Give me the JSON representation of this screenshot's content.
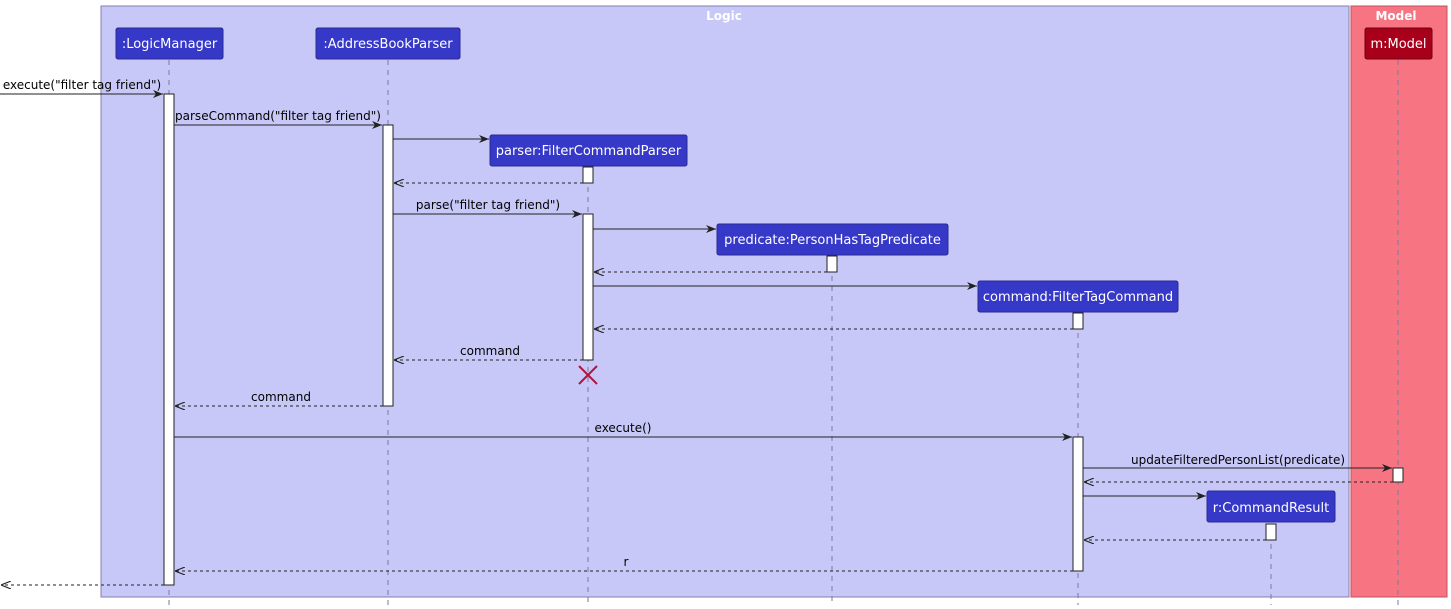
{
  "colors": {
    "logic_background": "#c8c8f8",
    "model_background": "#f77583",
    "logic_participant": "#3638c8",
    "model_participant": "#a8001b",
    "destroy_mark": "#b0143c"
  },
  "groups": [
    {
      "id": "logic",
      "title": "Logic"
    },
    {
      "id": "model",
      "title": "Model"
    }
  ],
  "participants": [
    {
      "id": "lm",
      "label": ":LogicManager",
      "group": "logic"
    },
    {
      "id": "abp",
      "label": ":AddressBookParser",
      "group": "logic"
    },
    {
      "id": "fcp",
      "label": "parser:FilterCommandParser",
      "group": "logic"
    },
    {
      "id": "pred",
      "label": "predicate:PersonHasTagPredicate",
      "group": "logic"
    },
    {
      "id": "cmd",
      "label": "command:FilterTagCommand",
      "group": "logic"
    },
    {
      "id": "cr",
      "label": "r:CommandResult",
      "group": "logic"
    },
    {
      "id": "model",
      "label": "m:Model",
      "group": "model"
    }
  ],
  "messages": [
    {
      "from": "external",
      "to": "lm",
      "label": "execute(\"filter tag friend\")",
      "type": "sync"
    },
    {
      "from": "lm",
      "to": "abp",
      "label": "parseCommand(\"filter tag friend\")",
      "type": "sync"
    },
    {
      "from": "abp",
      "to": "fcp",
      "label": "",
      "type": "create"
    },
    {
      "from": "fcp",
      "to": "abp",
      "label": "",
      "type": "return"
    },
    {
      "from": "abp",
      "to": "fcp",
      "label": "parse(\"filter tag friend\")",
      "type": "sync"
    },
    {
      "from": "fcp",
      "to": "pred",
      "label": "",
      "type": "create"
    },
    {
      "from": "pred",
      "to": "fcp",
      "label": "",
      "type": "return"
    },
    {
      "from": "fcp",
      "to": "cmd",
      "label": "",
      "type": "create"
    },
    {
      "from": "cmd",
      "to": "fcp",
      "label": "",
      "type": "return"
    },
    {
      "from": "fcp",
      "to": "abp",
      "label": "command",
      "type": "return"
    },
    {
      "from": "abp",
      "to": "lm",
      "label": "command",
      "type": "return"
    },
    {
      "from": "lm",
      "to": "cmd",
      "label": "execute()",
      "type": "sync"
    },
    {
      "from": "cmd",
      "to": "model",
      "label": "updateFilteredPersonList(predicate)",
      "type": "sync"
    },
    {
      "from": "model",
      "to": "cmd",
      "label": "",
      "type": "return"
    },
    {
      "from": "cmd",
      "to": "cr",
      "label": "",
      "type": "create"
    },
    {
      "from": "cr",
      "to": "cmd",
      "label": "",
      "type": "return"
    },
    {
      "from": "cmd",
      "to": "lm",
      "label": "r",
      "type": "return"
    },
    {
      "from": "lm",
      "to": "external",
      "label": "",
      "type": "return"
    }
  ]
}
